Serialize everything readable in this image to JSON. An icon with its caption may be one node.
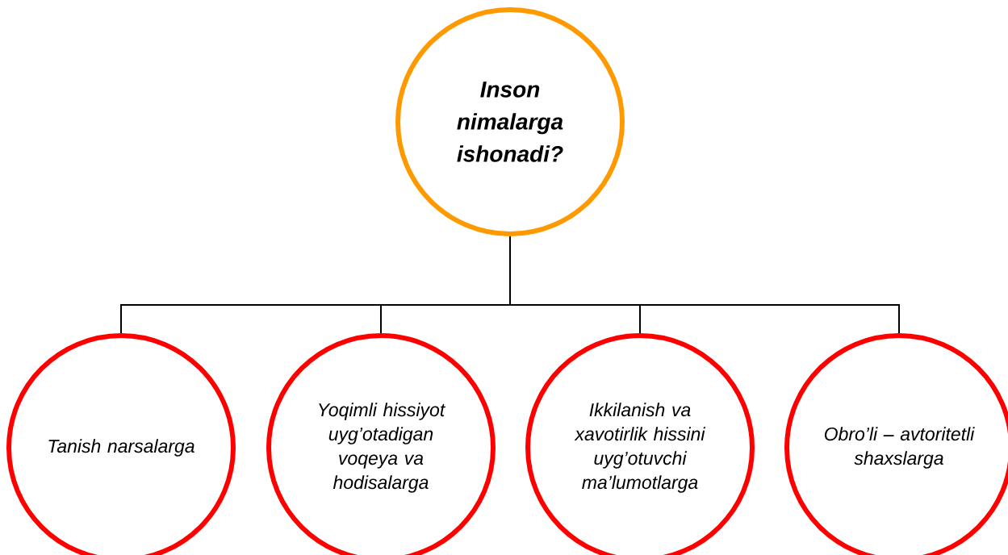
{
  "diagram": {
    "nodes": [
      {
        "text": [
          "Inson nimalarga ishonadi?"
        ]
      },
      {
        "text": [
          "Tanish narsalarga"
        ]
      },
      {
        "text": [
          "Yoqimli hissiyot uyg’otadigan voqeya va hodisalarga"
        ]
      },
      {
        "text": [
          "Ikkilanish va xavotirlik hissini uyg’otuvchi ma’lumotlarga"
        ]
      },
      {
        "text": [
          "Obro’li – avtoritetli shaxslarga"
        ]
      }
    ],
    "edges": [
      {
        "from": 0,
        "to": 1,
        "arrow": "none"
      },
      {
        "from": 0,
        "to": 2,
        "arrow": "none"
      },
      {
        "from": 0,
        "to": 3,
        "arrow": "none"
      },
      {
        "from": 0,
        "to": 4,
        "arrow": "none"
      }
    ]
  }
}
